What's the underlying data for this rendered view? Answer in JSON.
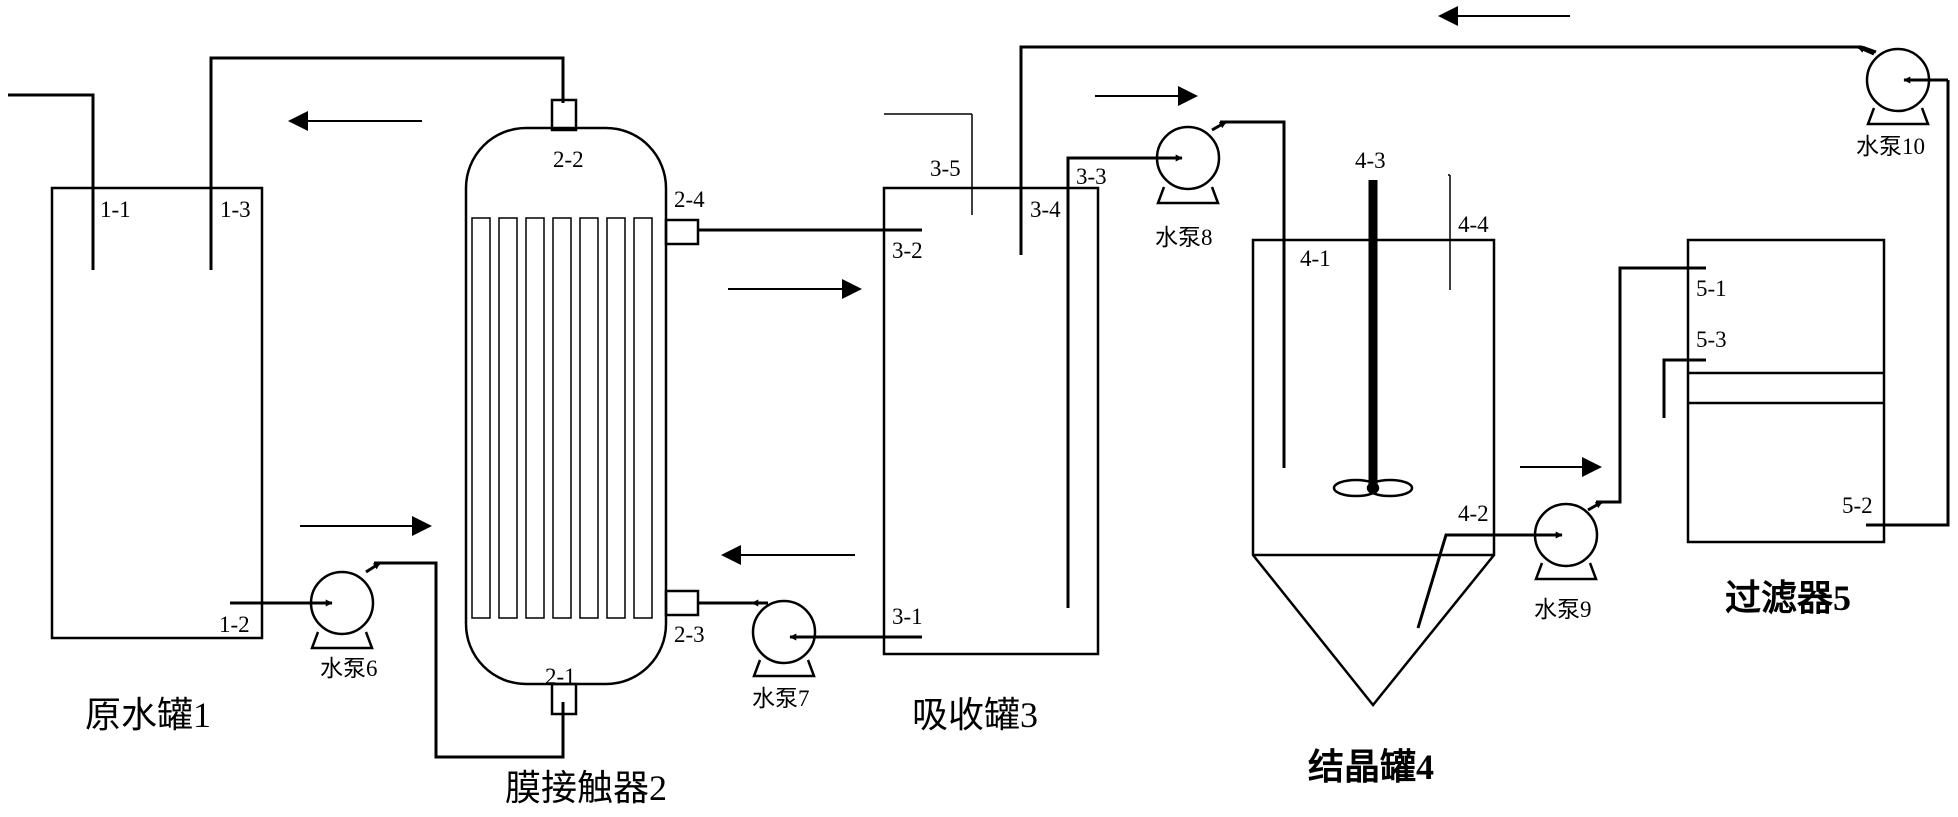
{
  "equipment": {
    "raw_tank": "原水罐1",
    "membrane": "膜接触器2",
    "absorb_tank": "吸收罐3",
    "cryst_tank": "结晶罐4",
    "filter": "过滤器5"
  },
  "pumps": {
    "p6": "水泵6",
    "p7": "水泵7",
    "p8": "水泵8",
    "p9": "水泵9",
    "p10": "水泵10"
  },
  "ports": {
    "p1_1": "1-1",
    "p1_2": "1-2",
    "p1_3": "1-3",
    "p2_1": "2-1",
    "p2_2": "2-2",
    "p2_3": "2-3",
    "p2_4": "2-4",
    "p3_1": "3-1",
    "p3_2": "3-2",
    "p3_3": "3-3",
    "p3_4": "3-4",
    "p3_5": "3-5",
    "p4_1": "4-1",
    "p4_2": "4-2",
    "p4_3": "4-3",
    "p4_4": "4-4",
    "p5_1": "5-1",
    "p5_2": "5-2",
    "p5_3": "5-3"
  },
  "colors": {
    "line": "#000000",
    "background": "#ffffff"
  }
}
